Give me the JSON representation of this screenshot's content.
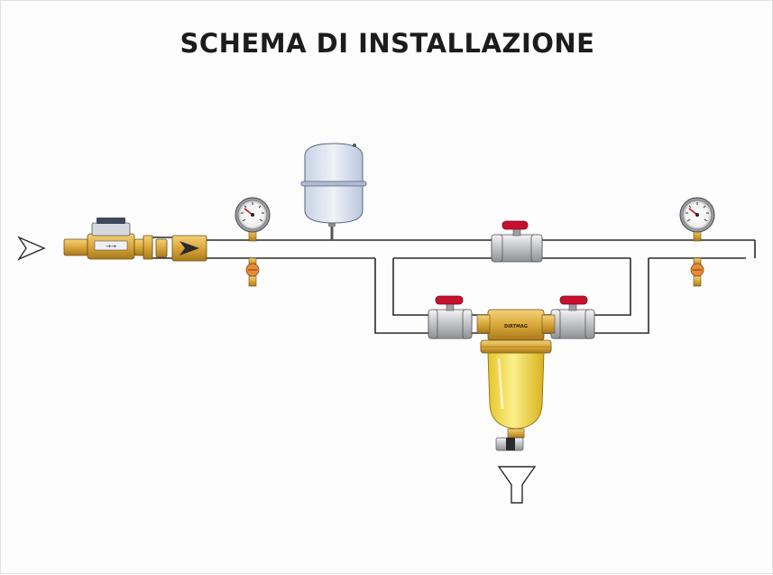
{
  "title": "SCHEMA DI INSTALLAZIONE",
  "filter_brand_text": "DIRTMAG",
  "colors": {
    "pipe_stroke": "#2a2a2a",
    "pipe_fill": "#ffffff",
    "brass": "#d9a73a",
    "valve_handle": "#c8102e",
    "filter_bowl": "#f2e050",
    "tank": "#dfe6f2",
    "chrome": "#c9cbcf"
  },
  "components": [
    {
      "name": "flow-direction-arrow",
      "icon": "arrow-right-outline-icon"
    },
    {
      "name": "water-meter",
      "icon": "water-meter-icon"
    },
    {
      "name": "check-valve",
      "icon": "check-valve-icon"
    },
    {
      "name": "pressure-gauge-inlet",
      "icon": "pressure-gauge-icon"
    },
    {
      "name": "drain-tap-inlet",
      "icon": "drain-tap-icon"
    },
    {
      "name": "expansion-vessel",
      "icon": "expansion-vessel-icon"
    },
    {
      "name": "bypass-ball-valve",
      "icon": "ball-valve-icon"
    },
    {
      "name": "filter-inlet-ball-valve",
      "icon": "ball-valve-icon"
    },
    {
      "name": "filter-outlet-ball-valve",
      "icon": "ball-valve-icon"
    },
    {
      "name": "dirt-separator-filter",
      "icon": "filter-icon"
    },
    {
      "name": "drain-funnel",
      "icon": "funnel-icon"
    },
    {
      "name": "pressure-gauge-outlet",
      "icon": "pressure-gauge-icon"
    },
    {
      "name": "drain-tap-outlet",
      "icon": "drain-tap-icon"
    }
  ]
}
